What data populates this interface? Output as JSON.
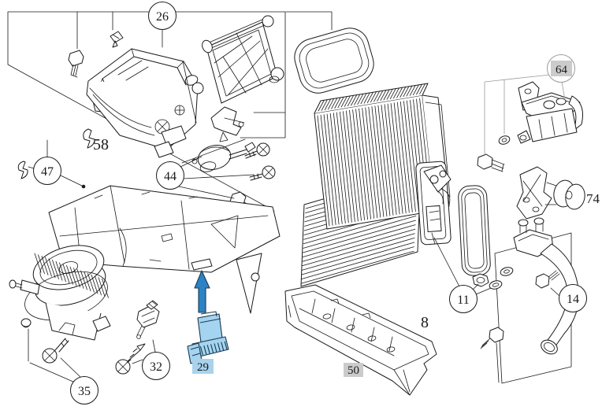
{
  "figure": {
    "type": "exploded-parts-diagram",
    "subject": "HVAC heater and air-conditioning unit exploded parts view",
    "background": "#ffffff",
    "line_color": "#1a1a1a"
  },
  "colors": {
    "highlight_fill": "#a4d4ef",
    "highlight_arrow": "#2d82c4",
    "highlight_badge_bg": "#a9d2ec",
    "highlight_badge_text": "#174f7c",
    "muted_badge_bg": "#cbcbcb",
    "muted_badge_text": "#7f7f7f",
    "muted_line": "#9b9b9b"
  },
  "callouts": {
    "c26": "26",
    "c58": "58",
    "c47": "47",
    "c44": "44",
    "c35": "35",
    "c32": "32",
    "c29": "29",
    "c50": "50",
    "c8": "8",
    "c11": "11",
    "c64": "64",
    "c74": "74",
    "c14": "14"
  },
  "highlight": {
    "selected_part": "29",
    "muted_parts": [
      "64",
      "50"
    ]
  }
}
